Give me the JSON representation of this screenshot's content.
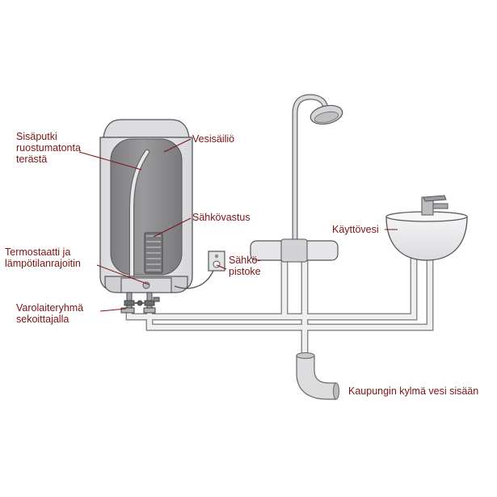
{
  "labels": {
    "inner_pipe_line1": "Sisäputki",
    "inner_pipe_line2": "ruostumatonta",
    "inner_pipe_line3": "terästä",
    "tank": "Vesisäiliö",
    "heating_element": "Sähkövastus",
    "thermostat_line1": "Termostaatti ja",
    "thermostat_line2": "lämpötilanrajoitin",
    "socket_line1": "Sähkö-",
    "socket_line2": "pistoke",
    "safety_group_line1": "Varolaiteryhmä",
    "safety_group_line2": "sekoittajalla",
    "tap_water": "Käyttövesi",
    "cold_inlet": "Kaupungin kylmä vesi sisään"
  },
  "colors": {
    "label_text": "#7a1414",
    "leader_line": "#7a1414",
    "outline": "#555555",
    "pipe_fill": "#e9e9ea",
    "tank_shell": "#e6e6ea",
    "inner_tank": "#8f8f92"
  }
}
